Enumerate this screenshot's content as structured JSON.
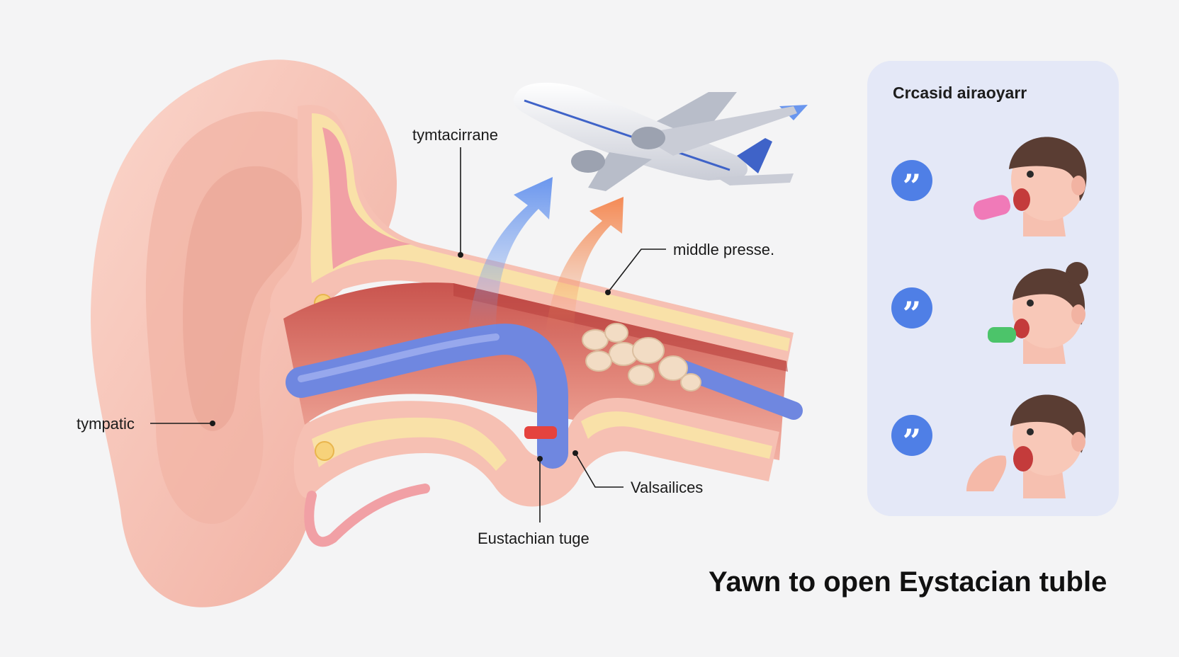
{
  "labels": {
    "top": "tymtacirrane",
    "middle": "middle presse.",
    "left": "tympatic",
    "bottom_right": "Valsailices",
    "bottom": "Eustachian tuge"
  },
  "panel": {
    "title": "Crcasid airaoyarr",
    "tips": [
      {
        "icon": "quote-icon",
        "glyph": "”",
        "candy_color": "#f07ab8"
      },
      {
        "icon": "quote-icon",
        "glyph": "”",
        "candy_color": "#4cc46a"
      },
      {
        "icon": "quote-icon",
        "glyph": "”",
        "candy_color": ""
      }
    ]
  },
  "caption": "Yawn to open Eystacian tuble",
  "colors": {
    "ear_skin": "#f6c3b6",
    "tube_blue": "#6f87e0",
    "badge_blue": "#4f7fe6",
    "arrow_blue": "#7fa8f0",
    "arrow_orange": "#f4955f",
    "panel_bg": "#e4e8f7"
  }
}
